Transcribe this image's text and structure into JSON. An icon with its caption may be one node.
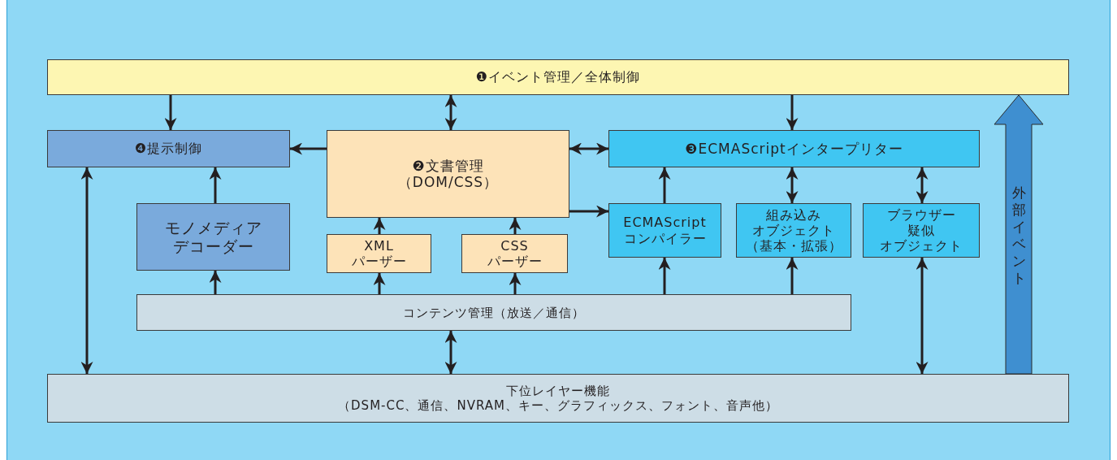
{
  "diagram": {
    "nodes": [
      {
        "text": [
          "❶イベント管理／全体制御"
        ]
      },
      {
        "text": [
          "❹提示制御"
        ]
      },
      {
        "text": [
          "❷文書管理",
          "（DOM/CSS）"
        ]
      },
      {
        "text": [
          "❸ECMAScriptインタープリター"
        ]
      },
      {
        "text": [
          "モノメディアデコーダー"
        ]
      },
      {
        "text": [
          "XMLパーザー"
        ]
      },
      {
        "text": [
          "CSSパーザー"
        ]
      },
      {
        "text": [
          "ECMAScriptコンパイラー"
        ]
      },
      {
        "text": [
          "組み込みオブジェクト（基本・拡張）"
        ]
      },
      {
        "text": [
          "ブラウザー疑似オブジェクト"
        ]
      },
      {
        "text": [
          "コンテンツ管理（放送／通信）"
        ]
      },
      {
        "text": [
          "下位レイヤー機能",
          "（DSM-CC、通信、NVRAM、キー、グラフィックス、フォント、音声他）"
        ]
      }
    ],
    "edges": [
      {
        "from": 0,
        "to": 1,
        "arrow": "to"
      },
      {
        "from": 0,
        "to": 2,
        "arrow": "both"
      },
      {
        "from": 0,
        "to": 3,
        "arrow": "to"
      },
      {
        "from": 2,
        "to": 1,
        "arrow": "to"
      },
      {
        "from": 2,
        "to": 3,
        "arrow": "both"
      },
      {
        "from": 2,
        "to": 7,
        "arrow": "to"
      },
      {
        "from": 4,
        "to": 1,
        "arrow": "to"
      },
      {
        "from": 7,
        "to": 3,
        "arrow": "to"
      },
      {
        "from": 8,
        "to": 3,
        "arrow": "both"
      },
      {
        "from": 9,
        "to": 3,
        "arrow": "both"
      },
      {
        "from": 5,
        "to": 2,
        "arrow": "to"
      },
      {
        "from": 6,
        "to": 2,
        "arrow": "to"
      },
      {
        "from": 10,
        "to": 4,
        "arrow": "to"
      },
      {
        "from": 10,
        "to": 5,
        "arrow": "to"
      },
      {
        "from": 10,
        "to": 6,
        "arrow": "to"
      },
      {
        "from": 10,
        "to": 7,
        "arrow": "to"
      },
      {
        "from": 10,
        "to": 8,
        "arrow": "to"
      },
      {
        "from": 10,
        "to": 11,
        "arrow": "both"
      },
      {
        "from": 1,
        "to": 11,
        "arrow": "both"
      },
      {
        "from": 9,
        "to": 11,
        "arrow": "both"
      },
      {
        "from": 11,
        "to": 0,
        "arrow": "to",
        "label": "外部イベント",
        "style": "thick",
        "color": "#3f8fd0"
      }
    ]
  }
}
